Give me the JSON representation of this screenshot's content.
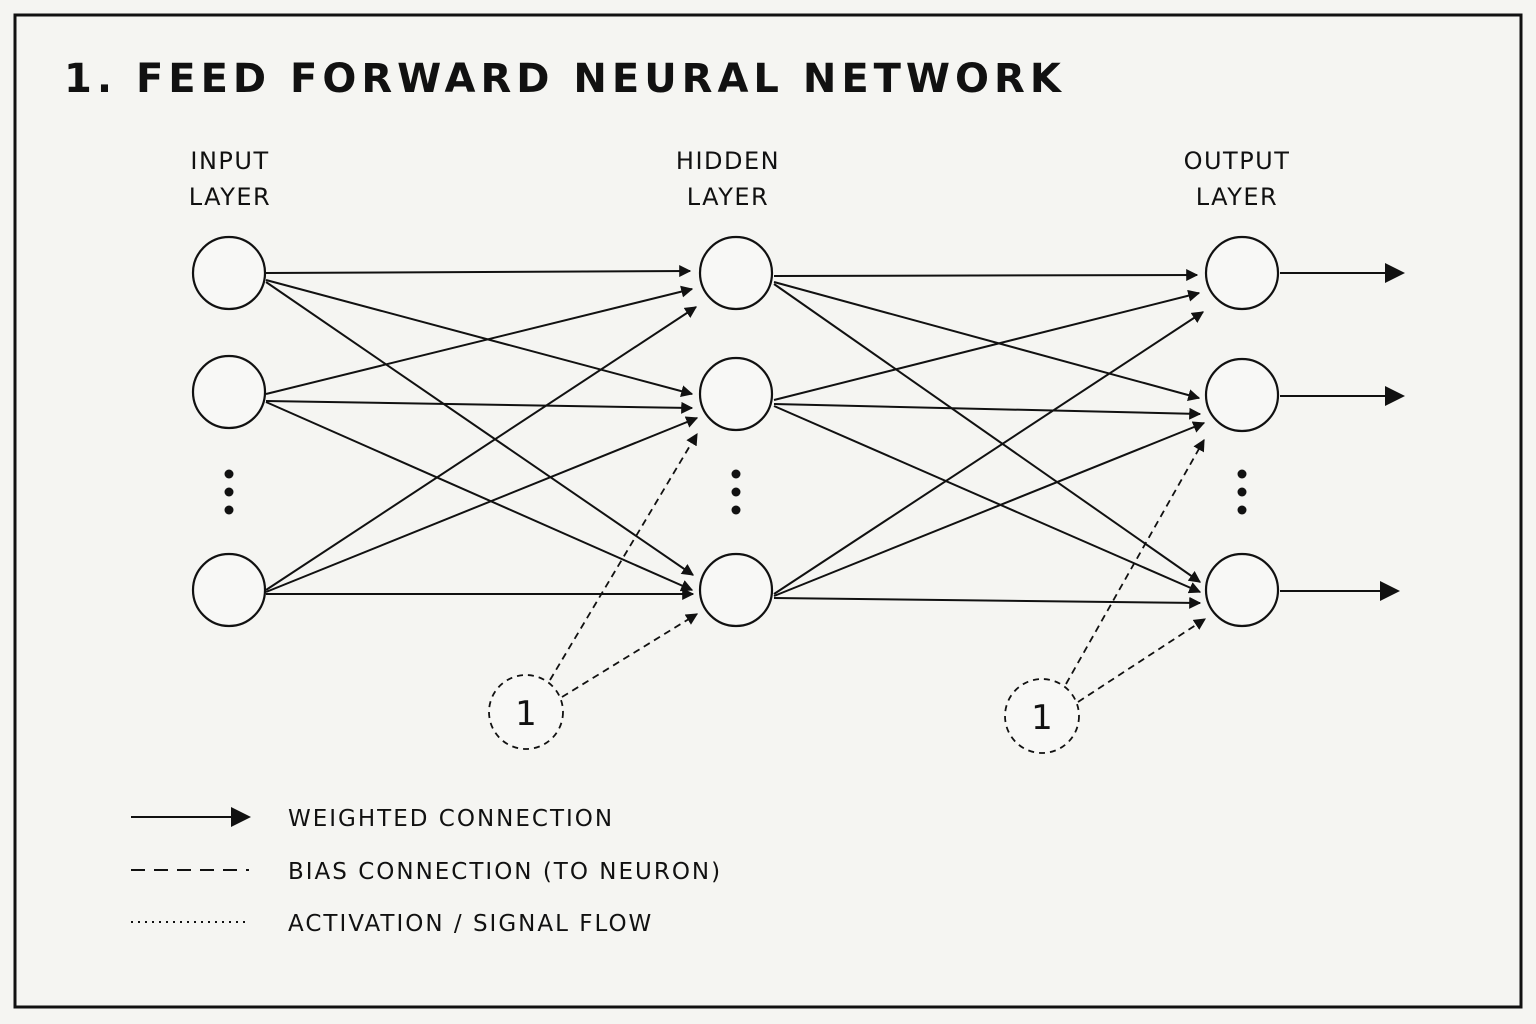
{
  "title": "1.  FEED  FORWARD  NEURAL  NETWORK",
  "layers": [
    {
      "line1": "INPUT",
      "line2": "LAYER"
    },
    {
      "line1": "HIDDEN",
      "line2": "LAYER"
    },
    {
      "line1": "OUTPUT",
      "line2": "LAYER"
    }
  ],
  "bias_nodes": [
    {
      "label": "1"
    },
    {
      "label": "1"
    }
  ],
  "legend": {
    "weighted": "WEIGHTED  CONNECTION",
    "bias": "BIAS  CONNECTION  (TO  NEURON)",
    "activation": "ACTIVATION  /  SIGNAL  FLOW"
  },
  "colors": {
    "background": "#f5f5f2",
    "ink": "#111111"
  }
}
